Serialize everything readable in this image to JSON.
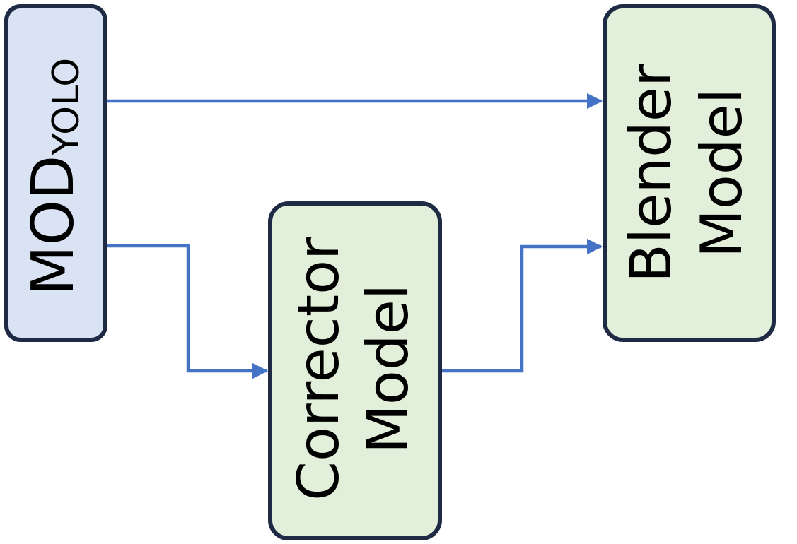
{
  "nodes": {
    "mod": {
      "main": "MOD",
      "sub": "YOLO"
    },
    "corrector": {
      "line1": "Corrector",
      "line2": "Model"
    },
    "blender": {
      "line1": "Blender",
      "line2": "Model"
    }
  },
  "colors": {
    "mod_fill": "#dae3f3",
    "model_fill": "#e2efda",
    "border": "#1f2a44",
    "arrow": "#4472c4"
  }
}
